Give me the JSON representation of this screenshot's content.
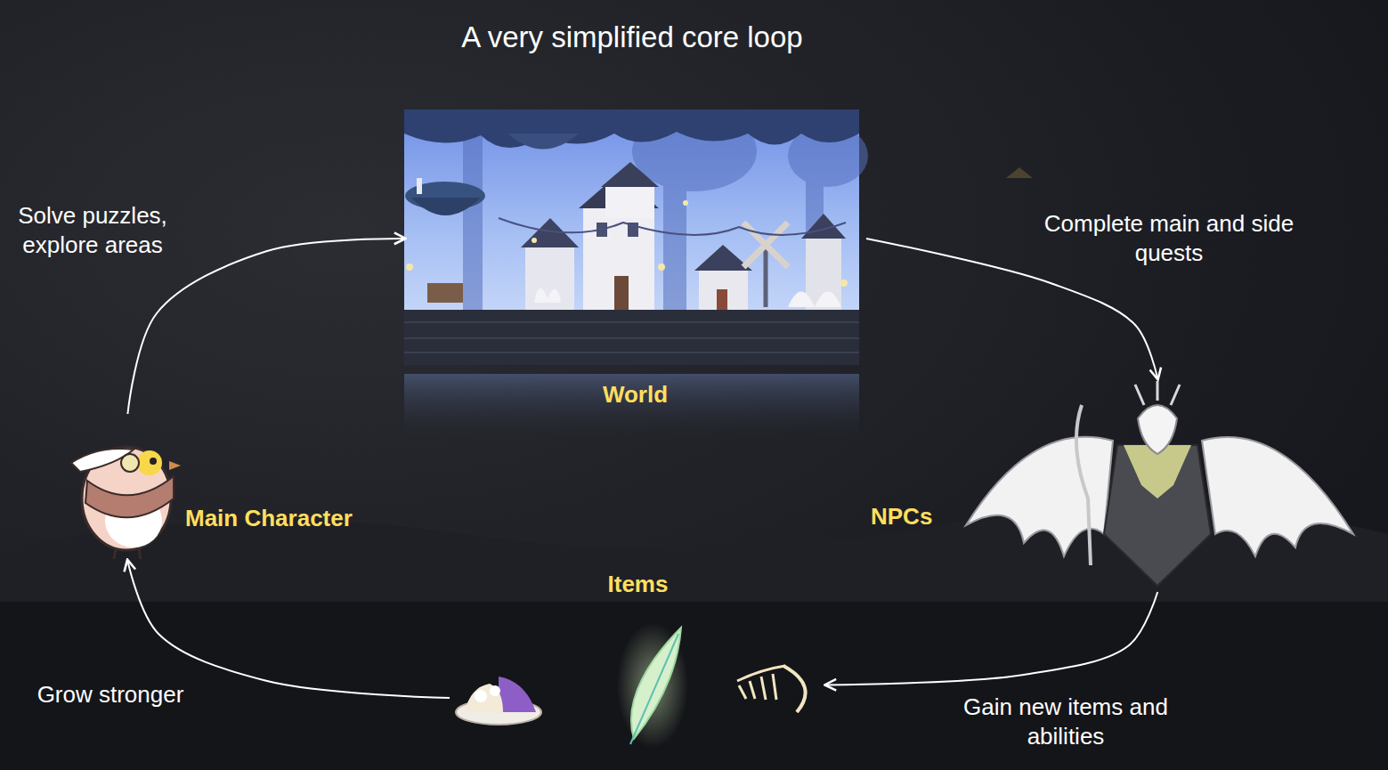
{
  "diagram": {
    "title": "A very simplified core loop",
    "nodes": [
      {
        "text": [
          "World"
        ]
      },
      {
        "text": [
          "Main Character"
        ]
      },
      {
        "text": [
          "NPCs"
        ]
      },
      {
        "text": [
          "Items"
        ]
      }
    ],
    "edges": [
      {
        "from": 0,
        "to": 2,
        "label": "Complete main and side quests",
        "arrow": "to"
      },
      {
        "from": 2,
        "to": 3,
        "label": "Gain new items and abilities",
        "arrow": "to"
      },
      {
        "from": 3,
        "to": 1,
        "label": "Grow stronger",
        "arrow": "to"
      },
      {
        "from": 1,
        "to": 0,
        "label": "Solve puzzles, explore areas",
        "arrow": "to"
      }
    ]
  }
}
